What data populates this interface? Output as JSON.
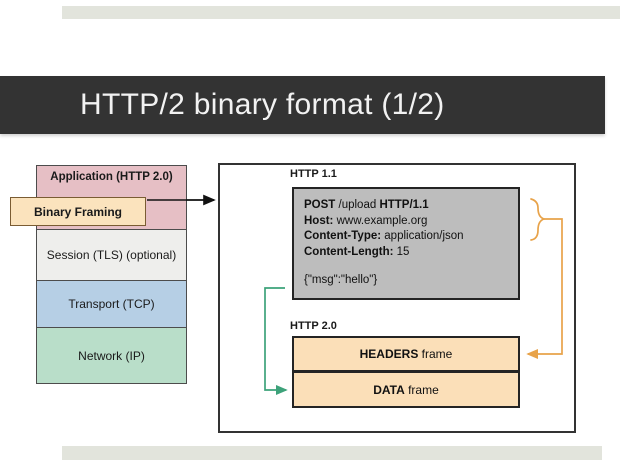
{
  "slide": {
    "title": "HTTP/2 binary format (1/2)",
    "title_bar_color": "#333333",
    "title_text_color": "#f2f2f2",
    "background_color": "#ffffff",
    "edge_band_color": "#e2e4dc"
  },
  "protocol_stack": {
    "layers": [
      {
        "label": "Application (HTTP 2.0)",
        "color": "#e6bfc5"
      },
      {
        "label": "Session (TLS) (optional)",
        "color": "#eeeeec"
      },
      {
        "label": "Transport (TCP)",
        "color": "#b6cfe5"
      },
      {
        "label": "Network (IP)",
        "color": "#b9dec9"
      }
    ],
    "highlight_box": {
      "label": "Binary Framing",
      "color": "#fbe3bd"
    }
  },
  "http11": {
    "section_label": "HTTP 1.1",
    "box_color": "#bdbdbd",
    "request_lines": [
      {
        "bold": "POST",
        "rest": " /upload ",
        "bold2": "HTTP/1.1",
        "rest2": ""
      },
      {
        "bold": "Host:",
        "rest": " www.example.org",
        "bold2": "",
        "rest2": ""
      },
      {
        "bold": "Content-Type:",
        "rest": " application/json",
        "bold2": "",
        "rest2": ""
      },
      {
        "bold": "Content-Length:",
        "rest": " 15",
        "bold2": "",
        "rest2": ""
      }
    ],
    "body": "{\"msg\":\"hello\"}"
  },
  "http20": {
    "section_label": "HTTP 2.0",
    "frame_color": "#fbdfb8",
    "frames": [
      {
        "bold": "HEADERS",
        "rest": " frame"
      },
      {
        "bold": "DATA",
        "rest": " frame"
      }
    ]
  },
  "connectors": {
    "headers_arrow_color": "#e8a34a",
    "body_arrow_color": "#3da27a",
    "stack_arrow_color": "#111111"
  }
}
